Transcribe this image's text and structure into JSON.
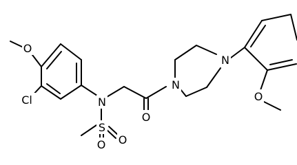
{
  "molecule": {
    "atoms": {
      "o_methoxy_left": "O",
      "cl": "Cl",
      "n_sulfonamide": "N",
      "s": "S",
      "o_sulfonyl_left": "O",
      "o_sulfonyl_bottom": "O",
      "o_carbonyl": "O",
      "n_piperazine_left": "N",
      "n_piperazine_right": "N",
      "o_methoxy_right": "O"
    }
  }
}
